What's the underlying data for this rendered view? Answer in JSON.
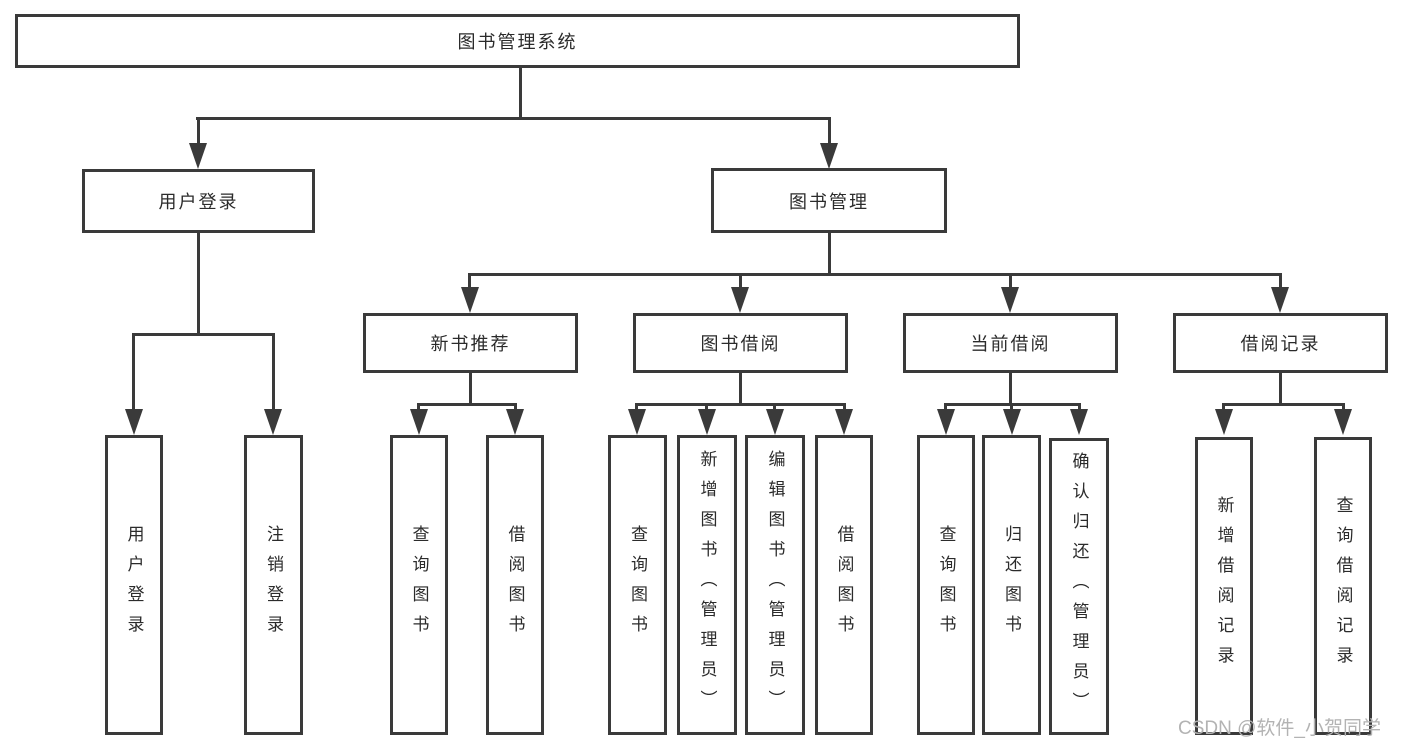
{
  "diagram": {
    "root": {
      "label": "图书管理系统"
    },
    "login": {
      "label": "用户登录",
      "children": [
        {
          "label": "用户登录"
        },
        {
          "label": "注销登录"
        }
      ]
    },
    "management": {
      "label": "图书管理",
      "sections": [
        {
          "label": "新书推荐",
          "children": [
            {
              "label": "查询图书"
            },
            {
              "label": "借阅图书"
            }
          ]
        },
        {
          "label": "图书借阅",
          "children": [
            {
              "label": "查询图书"
            },
            {
              "label": "新增图书（管理员）"
            },
            {
              "label": "编辑图书（管理员）"
            },
            {
              "label": "借阅图书"
            }
          ]
        },
        {
          "label": "当前借阅",
          "children": [
            {
              "label": "查询图书"
            },
            {
              "label": "归还图书"
            },
            {
              "label": "确认归还（管理员）"
            }
          ]
        },
        {
          "label": "借阅记录",
          "children": [
            {
              "label": "新增借阅记录"
            },
            {
              "label": "查询借阅记录"
            }
          ]
        }
      ]
    }
  },
  "watermark": {
    "text": "CSDN @软件_小贺同学"
  },
  "colors": {
    "line": "#3a3a3a",
    "text": "#2b2b2b",
    "watermark": "#b3b3b3",
    "background": "#ffffff"
  }
}
